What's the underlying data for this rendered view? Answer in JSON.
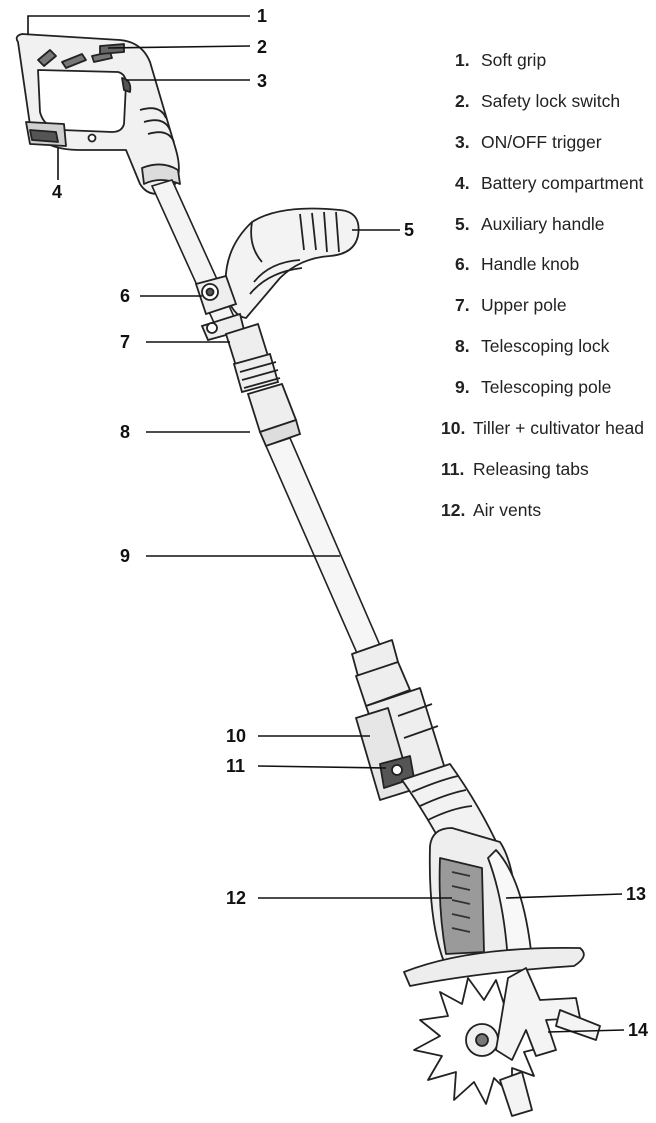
{
  "callouts": [
    "1",
    "2",
    "3",
    "4",
    "5",
    "6",
    "7",
    "8",
    "9",
    "10",
    "11",
    "12",
    "13",
    "14"
  ],
  "legend": [
    {
      "num": "1.",
      "label": "Soft grip"
    },
    {
      "num": "2.",
      "label": "Safety lock switch"
    },
    {
      "num": "3.",
      "label": "ON/OFF trigger"
    },
    {
      "num": "4.",
      "label": "Battery compartment"
    },
    {
      "num": "5.",
      "label": "Auxiliary handle"
    },
    {
      "num": "6.",
      "label": "Handle knob"
    },
    {
      "num": "7.",
      "label": "Upper pole"
    },
    {
      "num": "8.",
      "label": "Telescoping lock"
    },
    {
      "num": "9.",
      "label": "Telescoping pole"
    },
    {
      "num": "10.",
      "label": "Tiller + cultivator head"
    },
    {
      "num": "11.",
      "label": "Releasing tabs"
    },
    {
      "num": "12.",
      "label": "Air vents"
    }
  ]
}
